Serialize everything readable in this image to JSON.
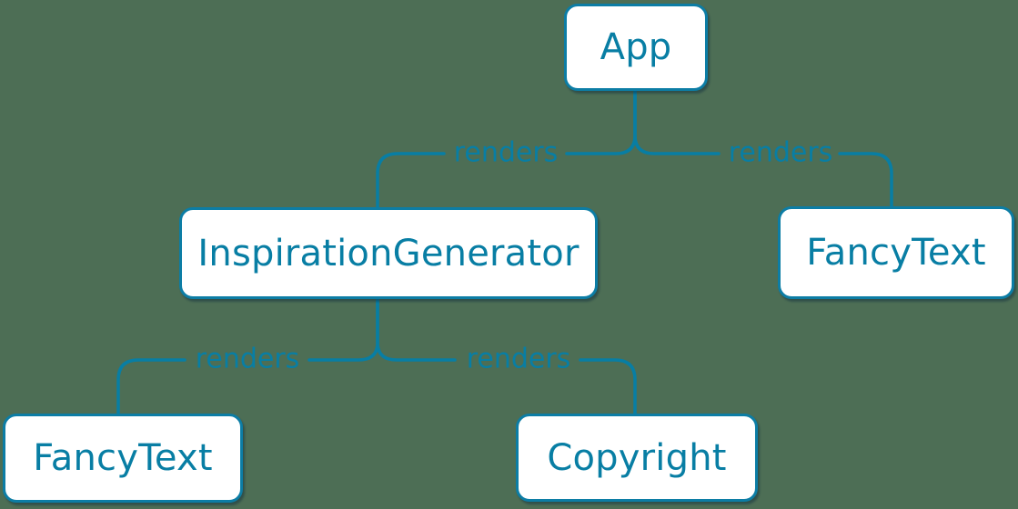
{
  "diagram": {
    "kind": "component-render-tree",
    "background_color": "#4d6e55",
    "accent_color": "#087ea4",
    "node_fill_color": "#ffffff"
  },
  "nodes": [
    {
      "id": "app",
      "label": "App"
    },
    {
      "id": "inspiration-generator",
      "label": "InspirationGenerator"
    },
    {
      "id": "fancy-text-top",
      "label": "FancyText"
    },
    {
      "id": "fancy-text-bottom",
      "label": "FancyText"
    },
    {
      "id": "copyright",
      "label": "Copyright"
    }
  ],
  "edges": [
    {
      "from": "App",
      "to": "InspirationGenerator",
      "label": "renders"
    },
    {
      "from": "App",
      "to": "FancyText",
      "label": "renders"
    },
    {
      "from": "InspirationGenerator",
      "to": "FancyText",
      "label": "renders"
    },
    {
      "from": "InspirationGenerator",
      "to": "Copyright",
      "label": "renders"
    }
  ]
}
